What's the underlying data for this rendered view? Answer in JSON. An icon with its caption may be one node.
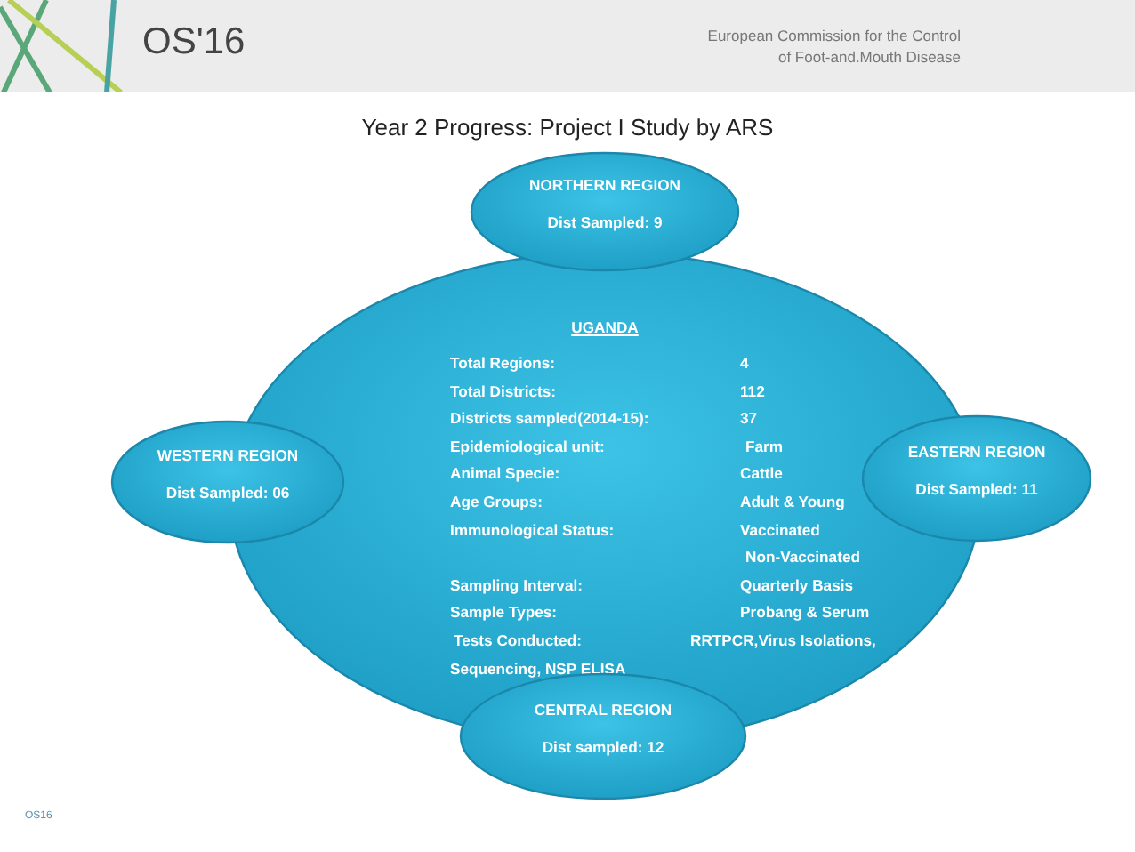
{
  "diagram": {
    "title": "Year 2 Progress: Project I Study by ARS",
    "nodes": [
      {
        "text": [
          "UGANDA",
          "Total Regions:",
          "4",
          "Total Districts:",
          "112",
          "Districts sampled(2014-15):",
          "37",
          "Epidemiological unit:",
          "Farm",
          "Animal Specie:",
          "Cattle",
          "Age Groups:",
          "Adult & Young",
          "Immunological Status:",
          "Vaccinated",
          "Non-Vaccinated",
          "Sampling Interval:",
          "Quarterly Basis",
          "Sample Types:",
          "Probang & Serum",
          "Tests  Conducted:",
          "RRTPCR,Virus  Isolations,",
          "Sequencing, NSP ELISA"
        ]
      },
      {
        "text": [
          "NORTHERN REGION",
          "Dist Sampled: 9"
        ]
      },
      {
        "text": [
          "WESTERN REGION",
          "Dist Sampled: 06"
        ]
      },
      {
        "text": [
          "EASTERN REGION",
          "Dist Sampled: 11"
        ]
      },
      {
        "text": [
          "CENTRAL REGION",
          "Dist sampled: 12"
        ]
      }
    ],
    "labels": [
      "OS'16",
      "European Commission for the Control of Foot-and.Mouth Disease",
      "OS16"
    ]
  }
}
